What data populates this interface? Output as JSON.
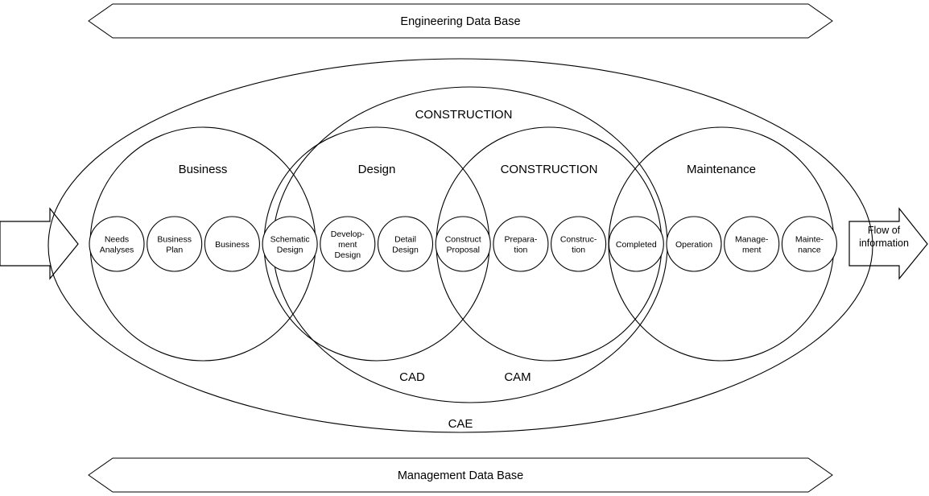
{
  "diagram": {
    "title_banner_top": "Engineering Data Base",
    "title_banner_bottom": "Management Data Base",
    "flow_label_line1": "Flow of",
    "flow_label_line2": "information",
    "colors": {
      "stroke": "#000000",
      "background": "#ffffff"
    },
    "outer_ring_label": "CAE",
    "middle_ring_top_label": "CONSTRUCTION",
    "middle_ring_bottom_labels": [
      "CAD",
      "CAM"
    ],
    "phases": [
      {
        "label": "Business"
      },
      {
        "label": "Design"
      },
      {
        "label": "CONSTRUCTION"
      },
      {
        "label": "Maintenance"
      }
    ],
    "nodes": [
      {
        "lines": [
          "Needs",
          "Analyses"
        ]
      },
      {
        "lines": [
          "Business",
          "Plan"
        ]
      },
      {
        "lines": [
          "Business"
        ]
      },
      {
        "lines": [
          "Schematic",
          "Design"
        ]
      },
      {
        "lines": [
          "Develop-",
          "ment",
          "Design"
        ]
      },
      {
        "lines": [
          "Detail",
          "Design"
        ]
      },
      {
        "lines": [
          "Construct",
          "Proposal"
        ]
      },
      {
        "lines": [
          "Prepara-",
          "tion"
        ]
      },
      {
        "lines": [
          "Construc-",
          "tion"
        ]
      },
      {
        "lines": [
          "Completed"
        ]
      },
      {
        "lines": [
          "Operation"
        ]
      },
      {
        "lines": [
          "Manage-",
          "ment"
        ]
      },
      {
        "lines": [
          "Mainte-",
          "nance"
        ]
      }
    ]
  }
}
